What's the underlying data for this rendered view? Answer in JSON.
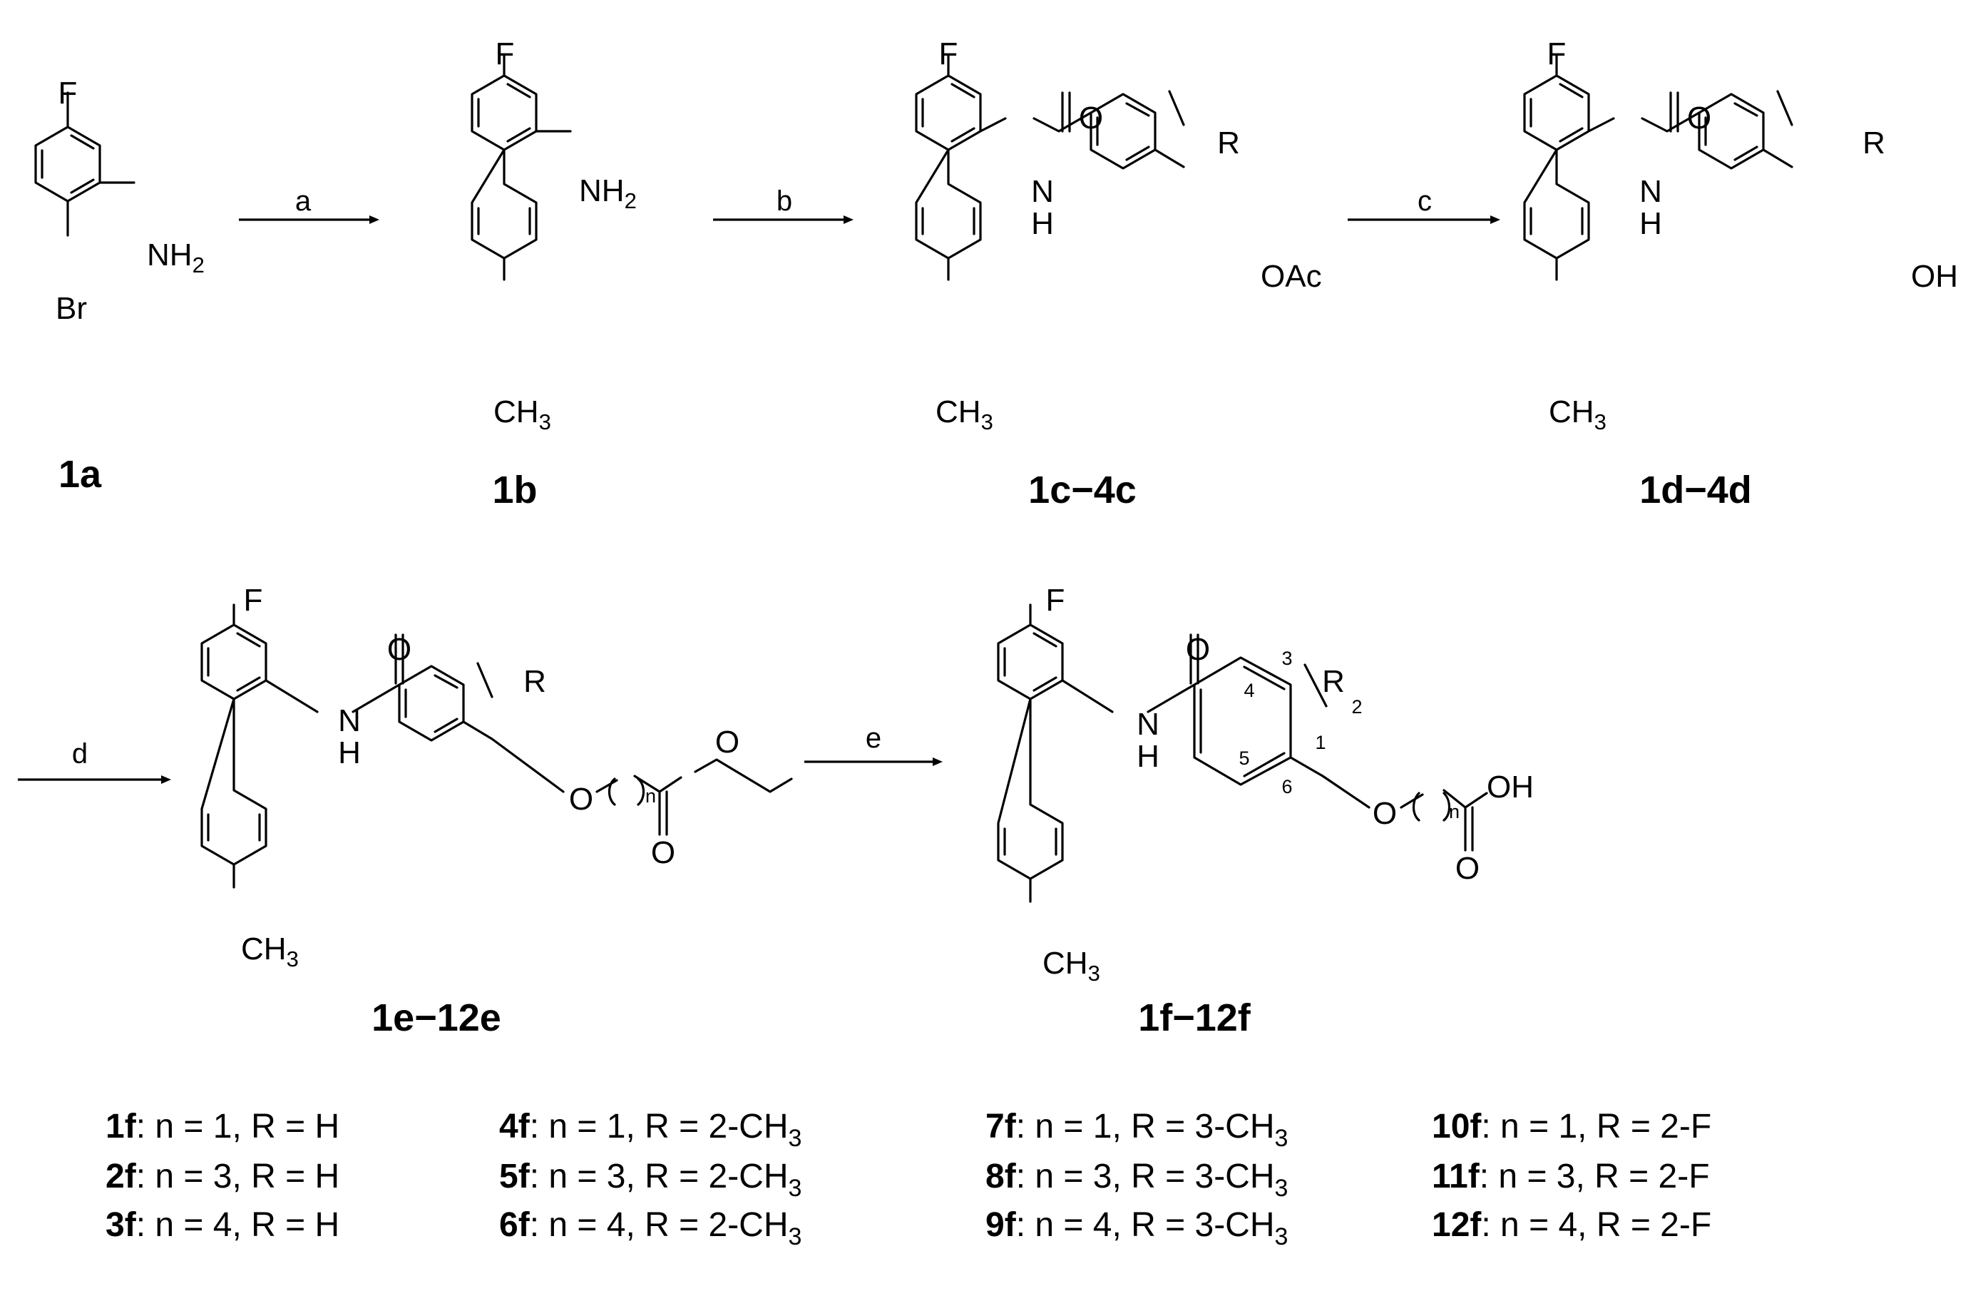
{
  "scheme": {
    "steps": [
      "a",
      "b",
      "c",
      "d",
      "e"
    ],
    "compounds": [
      {
        "label": "1a",
        "atoms": {
          "F": "F",
          "N": "NH",
          "N_sub": "2",
          "Br": "Br"
        }
      },
      {
        "label": "1b",
        "atoms": {
          "F": "F",
          "N": "NH",
          "N_sub": "2",
          "Me": "CH",
          "Me_sub": "3"
        }
      },
      {
        "label": "1c−4c",
        "atoms": {
          "F": "F",
          "O": "O",
          "NH": "N",
          "H": "H",
          "R": "R",
          "OAc": "OAc",
          "Me": "CH",
          "Me_sub": "3"
        }
      },
      {
        "label": "1d−4d",
        "atoms": {
          "F": "F",
          "O": "O",
          "NH": "N",
          "H": "H",
          "R": "R",
          "OH": "OH",
          "Me": "CH",
          "Me_sub": "3"
        }
      },
      {
        "label": "1e−12e",
        "atoms": {
          "F": "F",
          "O": "O",
          "NH": "N",
          "H": "H",
          "R": "R",
          "O1": "O",
          "n": "n",
          "O2": "O",
          "O3": "O",
          "Me": "CH",
          "Me_sub": "3"
        }
      },
      {
        "label": "1f−12f",
        "atoms": {
          "F": "F",
          "O": "O",
          "NH": "N",
          "H": "H",
          "R": "R",
          "O1": "O",
          "n": "n",
          "OH": "OH",
          "O3": "O",
          "Me": "CH",
          "Me_sub": "3",
          "positions": [
            "1",
            "2",
            "3",
            "4",
            "5",
            "6"
          ]
        }
      }
    ],
    "table": [
      {
        "id": "1f",
        "text": ": n = 1, R = H",
        "sub": ""
      },
      {
        "id": "2f",
        "text": ": n = 3, R = H",
        "sub": ""
      },
      {
        "id": "3f",
        "text": ": n = 4, R = H",
        "sub": ""
      },
      {
        "id": "4f",
        "text": ": n = 1, R = 2-CH",
        "sub": "3"
      },
      {
        "id": "5f",
        "text": ": n = 3, R = 2-CH",
        "sub": "3"
      },
      {
        "id": "6f",
        "text": ": n = 4, R = 2-CH",
        "sub": "3"
      },
      {
        "id": "7f",
        "text": ": n = 1, R = 3-CH",
        "sub": "3"
      },
      {
        "id": "8f",
        "text": ": n = 3, R = 3-CH",
        "sub": "3"
      },
      {
        "id": "9f",
        "text": ": n = 4, R = 3-CH",
        "sub": "3"
      },
      {
        "id": "10f",
        "text": ": n = 1, R = 2-F",
        "sub": ""
      },
      {
        "id": "11f",
        "text": ": n = 3, R = 2-F",
        "sub": ""
      },
      {
        "id": "12f",
        "text": ": n = 4, R = 2-F",
        "sub": ""
      }
    ]
  }
}
